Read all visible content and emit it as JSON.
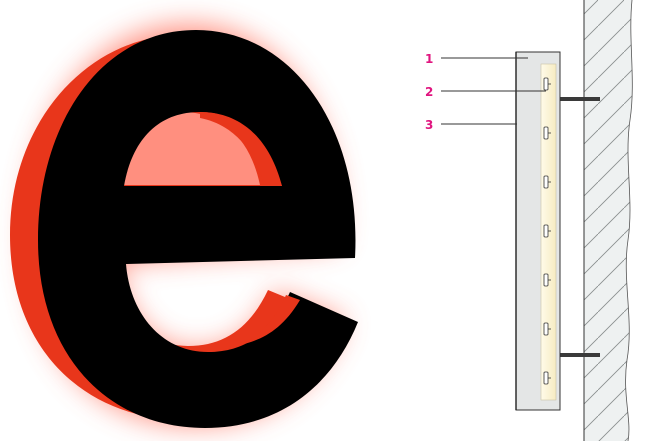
{
  "colors": {
    "magenta_label": "#e0157f",
    "letter_face": "#000000",
    "letter_side": "#e8361b",
    "glow": "#ff6a55",
    "panel_fill": "#e4e6e6",
    "led_strip": "#fbf4d8",
    "wall_fill": "#eef1f1",
    "line": "#333333"
  },
  "letter": {
    "icon": "lettre-e-icon",
    "label": "e"
  },
  "diagram": {
    "callouts": [
      {
        "number": "1"
      },
      {
        "number": "2"
      },
      {
        "number": "3"
      }
    ],
    "led_count": 7,
    "fixing_rods": 2
  }
}
